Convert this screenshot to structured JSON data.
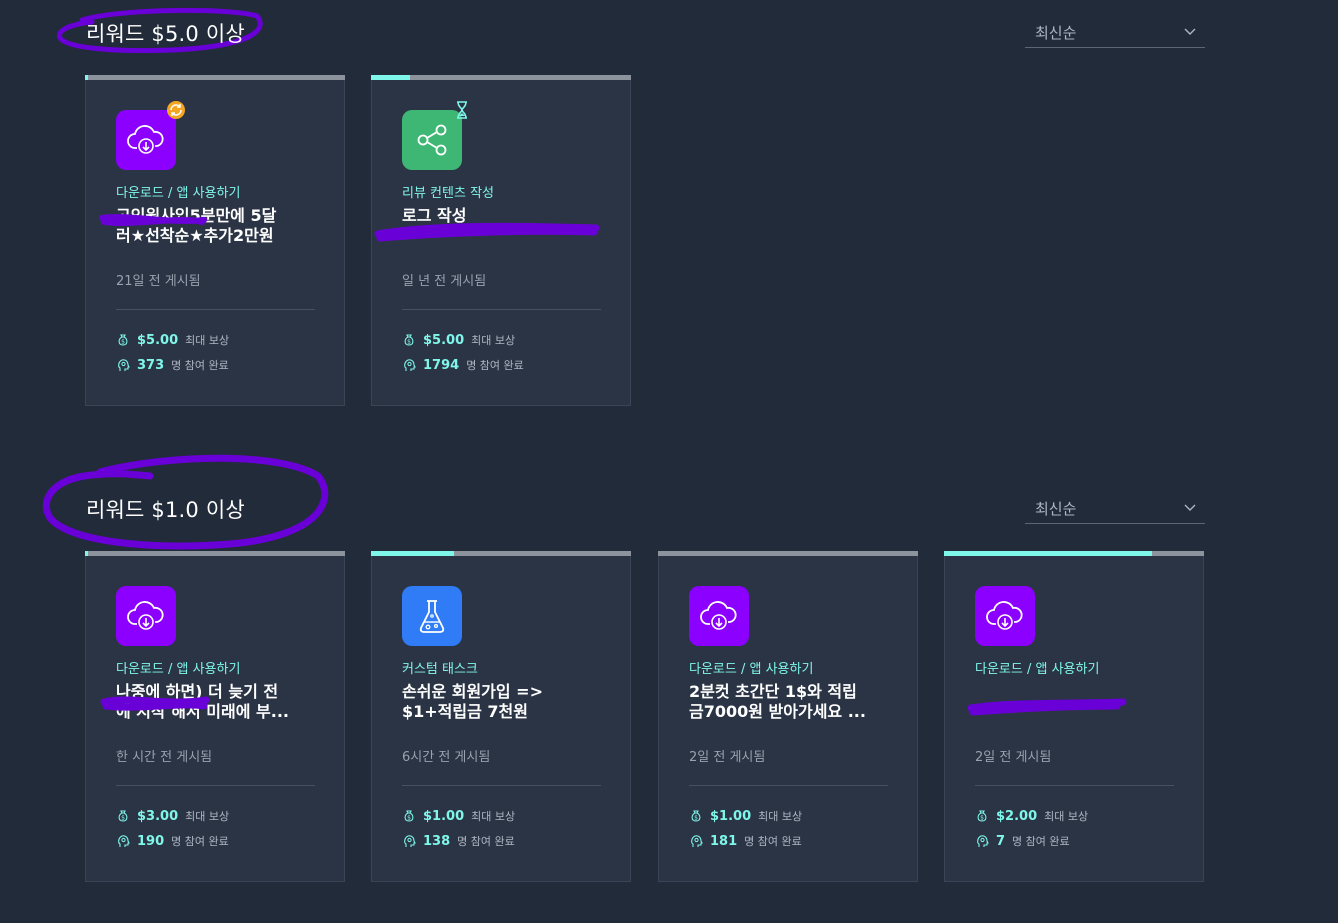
{
  "sections": [
    {
      "title": "리워드 $5.0 이상",
      "sort": {
        "label": "최신순"
      },
      "cards": [
        {
          "category": "다운로드 / 앱 사용하기",
          "title_lines": [
            "고인원사입5분만에 5달",
            "러★선착순★추가2만원"
          ],
          "posted": "21일 전 게시됨",
          "reward_value": "$5.00",
          "reward_label": "최대 보상",
          "participants_value": "373",
          "participants_label": "명 참여 완료",
          "icon": "cloud-download-icon",
          "icon_color": "#8b00ff",
          "badge": "refresh-badge-icon",
          "progress": 0.01
        },
        {
          "category": "리뷰 컨텐츠 작성",
          "title_lines": [
            "",
            "로그 작성"
          ],
          "posted": "일 년 전 게시됨",
          "reward_value": "$5.00",
          "reward_label": "최대 보상",
          "participants_value": "1794",
          "participants_label": "명 참여 완료",
          "icon": "share-icon",
          "icon_color": "#3db773",
          "badge": "hourglass-badge-icon",
          "progress": 0.15
        }
      ]
    },
    {
      "title": "리워드 $1.0 이상",
      "sort": {
        "label": "최신순"
      },
      "cards": [
        {
          "category": "다운로드 / 앱 사용하기",
          "title_lines": [
            "나중에 하면) 더 늦기 전",
            "에 시작 해서 미래에 부..."
          ],
          "posted": "한 시간 전 게시됨",
          "reward_value": "$3.00",
          "reward_label": "최대 보상",
          "participants_value": "190",
          "participants_label": "명 참여 완료",
          "icon": "cloud-download-icon",
          "icon_color": "#8b00ff",
          "badge": "",
          "progress": 0.01
        },
        {
          "category": "커스텀 태스크",
          "title_lines": [
            "손쉬운 회원가입 =>",
            "$1+적립금 7천원"
          ],
          "posted": "6시간 전 게시됨",
          "reward_value": "$1.00",
          "reward_label": "최대 보상",
          "participants_value": "138",
          "participants_label": "명 참여 완료",
          "icon": "flask-icon",
          "icon_color": "#2f7cf6",
          "badge": "",
          "progress": 0.32
        },
        {
          "category": "다운로드 / 앱 사용하기",
          "title_lines": [
            "2분컷 초간단 1$와 적립",
            "금7000원 받아가세요 ..."
          ],
          "posted": "2일 전 게시됨",
          "reward_value": "$1.00",
          "reward_label": "최대 보상",
          "participants_value": "181",
          "participants_label": "명 참여 완료",
          "icon": "cloud-download-icon",
          "icon_color": "#8b00ff",
          "badge": "",
          "progress": 0.0
        },
        {
          "category": "다운로드 / 앱 사용하기",
          "title_lines": [
            "",
            ""
          ],
          "posted": "2일 전 게시됨",
          "reward_value": "$2.00",
          "reward_label": "최대 보상",
          "participants_value": "7",
          "participants_label": "명 참여 완료",
          "icon": "cloud-download-icon",
          "icon_color": "#8b00ff",
          "badge": "",
          "progress": 0.8
        }
      ]
    }
  ]
}
